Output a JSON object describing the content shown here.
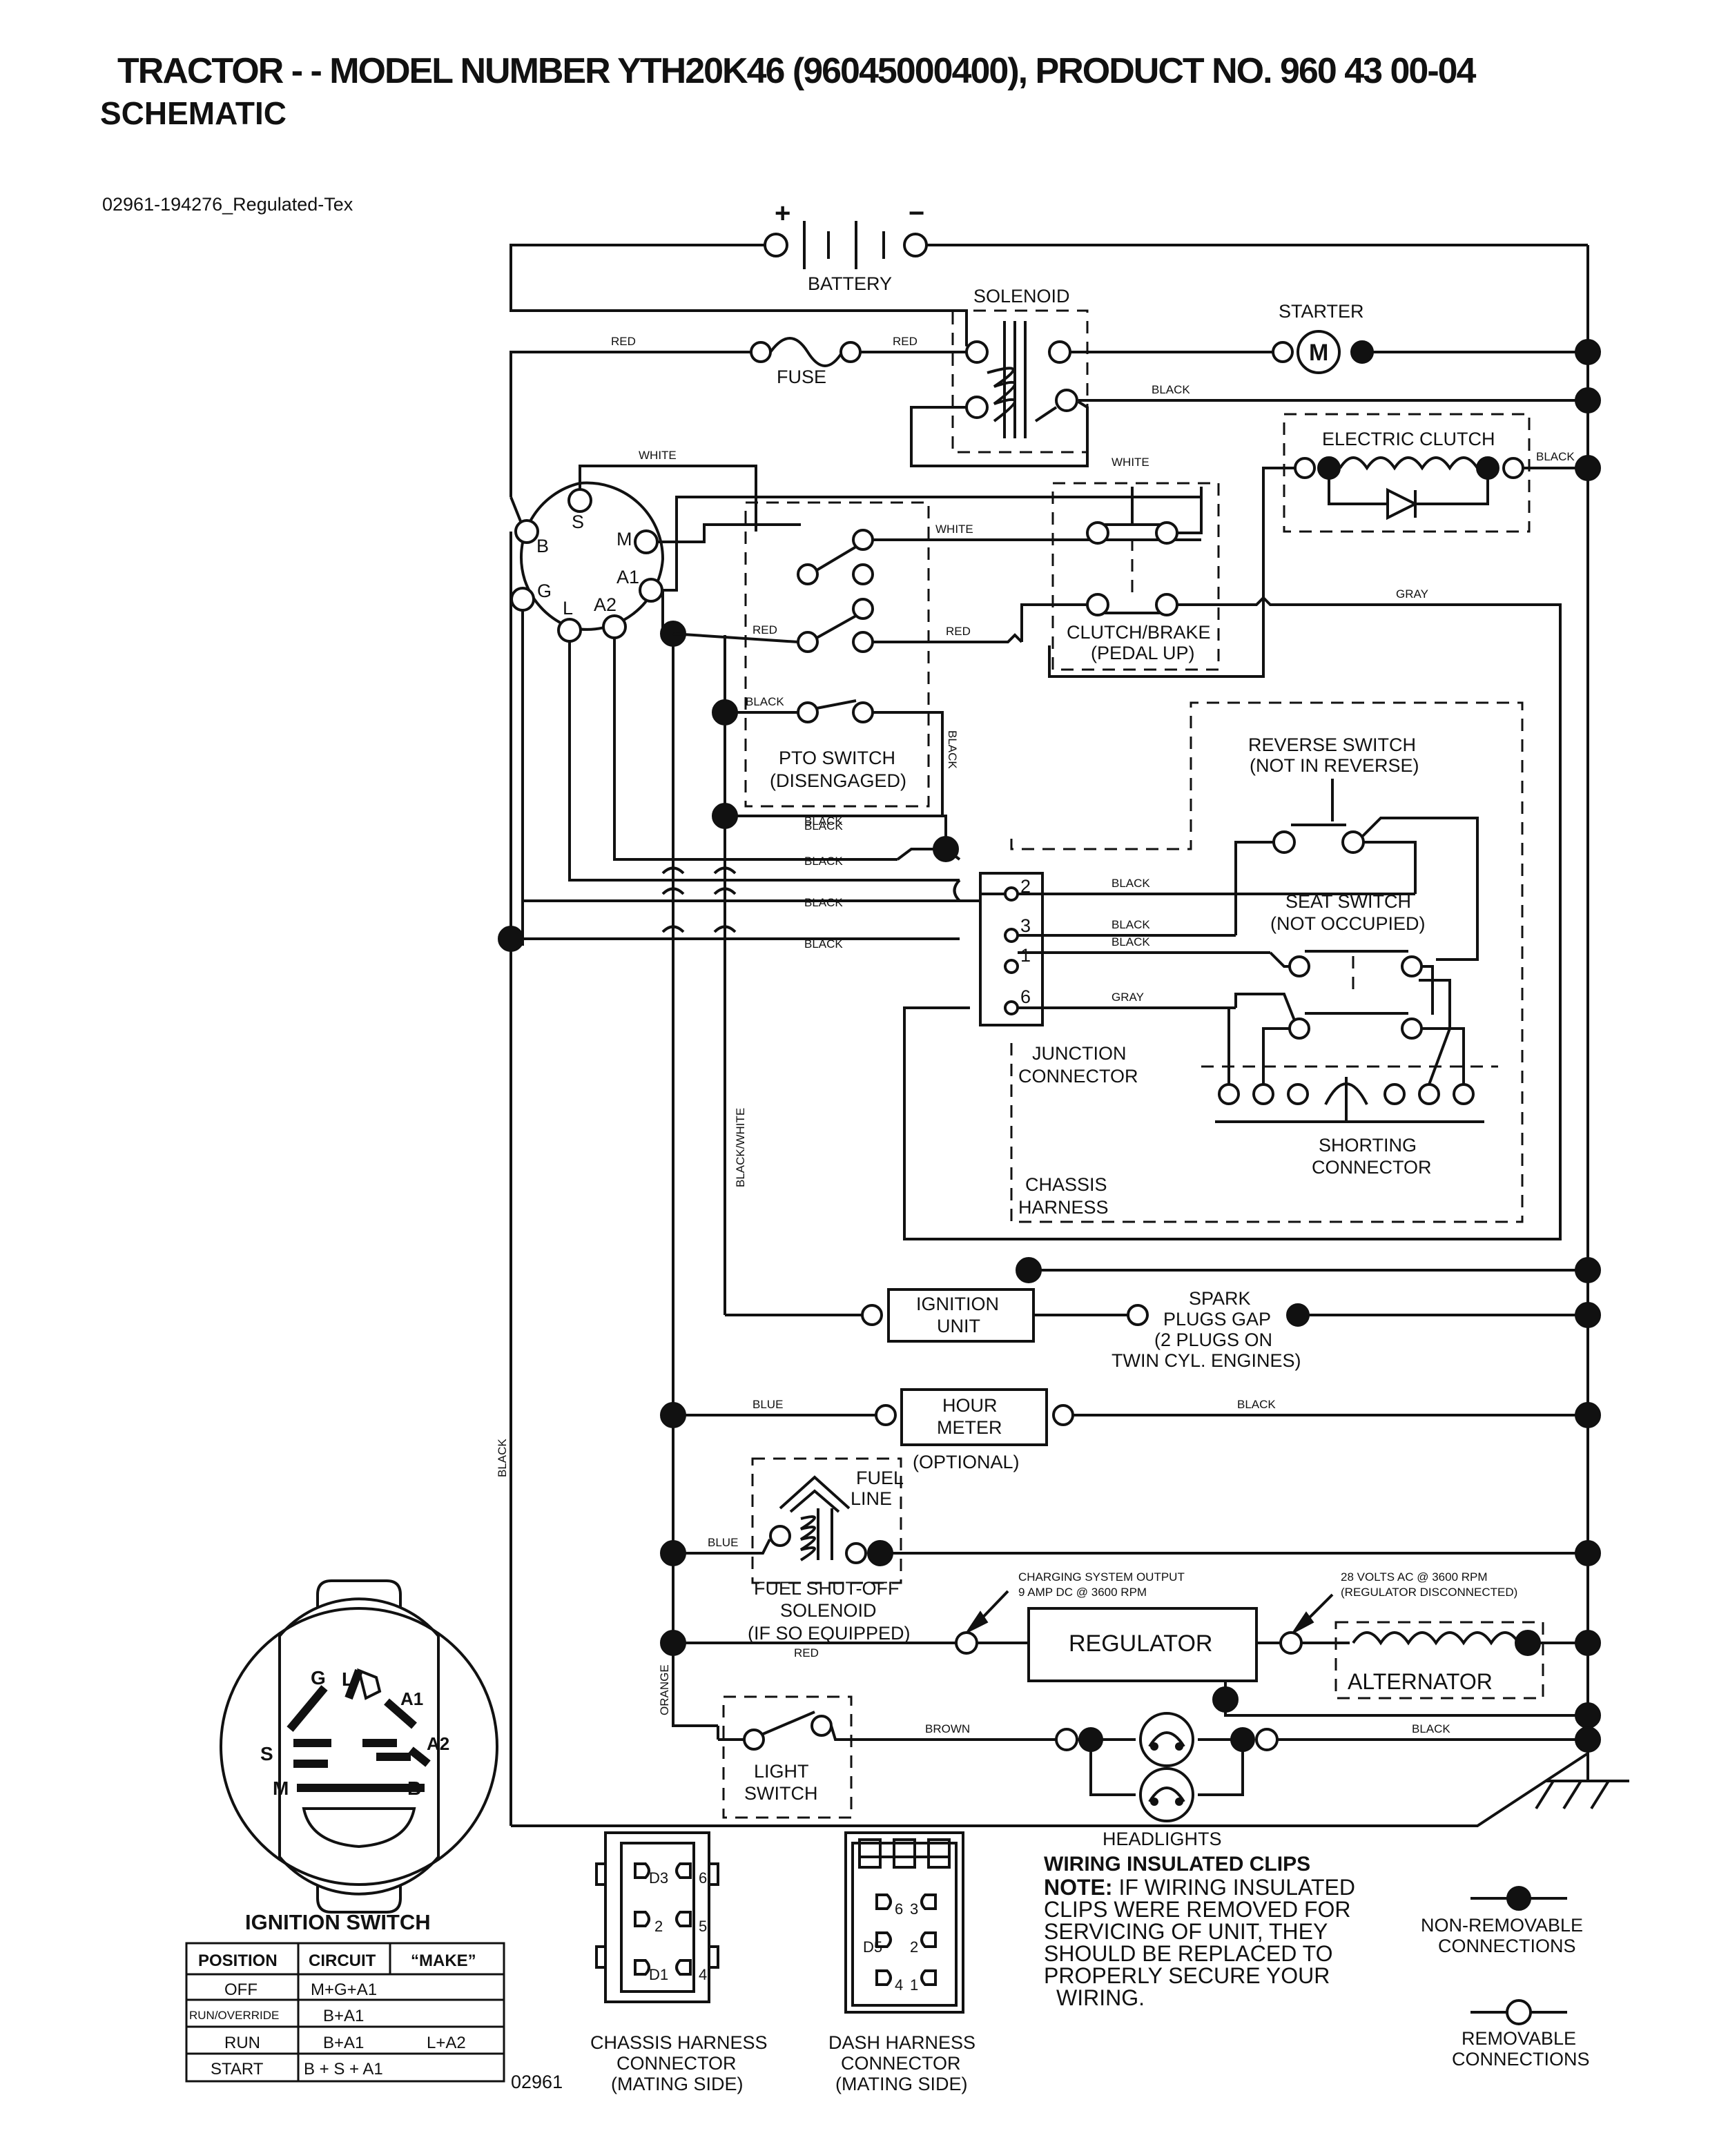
{
  "header": {
    "title": "TRACTOR - - MODEL NUMBER YTH20K46 (96045000400), PRODUCT NO. 960 43 00-04",
    "subtitle": "SCHEMATIC",
    "doc_code": "02961-194276_Regulated-Tex"
  },
  "components": {
    "battery": "BATTERY",
    "battery_plus": "+",
    "battery_minus": "−",
    "solenoid": "SOLENOID",
    "starter": "STARTER",
    "starter_symbol": "M",
    "fuse": "FUSE",
    "electric_clutch": "ELECTRIC CLUTCH",
    "pto_switch": [
      "PTO SWITCH",
      "(DISENGAGED)"
    ],
    "clutch_brake": [
      "CLUTCH/BRAKE",
      "(PEDAL UP)"
    ],
    "reverse_switch": [
      "REVERSE SWITCH",
      "(NOT IN REVERSE)"
    ],
    "seat_switch": [
      "SEAT SWITCH",
      "(NOT OCCUPIED)"
    ],
    "junction_connector": [
      "JUNCTION",
      "CONNECTOR"
    ],
    "shorting_connector": [
      "SHORTING",
      "CONNECTOR"
    ],
    "chassis_harness": [
      "CHASSIS",
      "HARNESS"
    ],
    "ignition_unit": [
      "IGNITION",
      "UNIT"
    ],
    "spark_plugs": [
      "SPARK",
      "PLUGS GAP",
      "(2 PLUGS ON",
      "TWIN CYL. ENGINES)"
    ],
    "hour_meter": [
      "HOUR",
      "METER"
    ],
    "hour_meter_optional": "(OPTIONAL)",
    "fuel_line": [
      "FUEL",
      "LINE"
    ],
    "fuel_solenoid": [
      "FUEL SHUT-OFF",
      "SOLENOID",
      "(IF SO EQUIPPED)"
    ],
    "charging_output": [
      "CHARGING SYSTEM OUTPUT",
      "9 AMP DC @ 3600 RPM"
    ],
    "alternator_output": [
      "28 VOLTS AC @ 3600 RPM",
      "(REGULATOR DISCONNECTED)"
    ],
    "regulator": "REGULATOR",
    "alternator": "ALTERNATOR",
    "light_switch": [
      "LIGHT",
      "SWITCH"
    ],
    "headlights": "HEADLIGHTS",
    "junction_pins": [
      "2",
      "3",
      "1",
      "6"
    ]
  },
  "ignition_terminals": [
    "B",
    "S",
    "M",
    "A1",
    "G",
    "L",
    "A2"
  ],
  "wire_labels": {
    "red": "RED",
    "black": "BLACK",
    "white": "WHITE",
    "gray": "GRAY",
    "blue": "BLUE",
    "brown": "BROWN",
    "orange": "ORANGE",
    "black_white": "BLACK/WHITE"
  },
  "ignition_switch": {
    "title": "IGNITION SWITCH",
    "face_labels": [
      "G",
      "L",
      "A1",
      "S",
      "A2",
      "M",
      "B"
    ],
    "headers": [
      "POSITION",
      "CIRCUIT",
      "“MAKE”"
    ],
    "rows": [
      [
        "OFF",
        "M+G+A1",
        ""
      ],
      [
        "RUN/OVERRIDE",
        "B+A1",
        ""
      ],
      [
        "RUN",
        "B+A1",
        "L+A2"
      ],
      [
        "START",
        "B + S + A1",
        ""
      ]
    ]
  },
  "figure_number": "02961",
  "chassis_connector": {
    "pins": [
      "D3",
      "6",
      "2",
      "5",
      "D1",
      "4"
    ],
    "label": [
      "CHASSIS HARNESS",
      "CONNECTOR",
      "(MATING SIDE)"
    ]
  },
  "dash_connector": {
    "pins": [
      "6",
      "3",
      "D5",
      "2",
      "4",
      "1"
    ],
    "label": [
      "DASH HARNESS",
      "CONNECTOR",
      "(MATING SIDE)"
    ]
  },
  "notes": {
    "heading": "WIRING INSULATED CLIPS",
    "note_bold": "NOTE:",
    "lines": [
      " IF WIRING INSULATED",
      "CLIPS WERE REMOVED FOR",
      "SERVICING OF UNIT, THEY",
      "SHOULD BE REPLACED TO",
      "PROPERLY SECURE YOUR",
      "WIRING."
    ]
  },
  "legend": {
    "non_removable": [
      "NON-REMOVABLE",
      "CONNECTIONS"
    ],
    "removable": [
      "REMOVABLE",
      "CONNECTIONS"
    ]
  }
}
